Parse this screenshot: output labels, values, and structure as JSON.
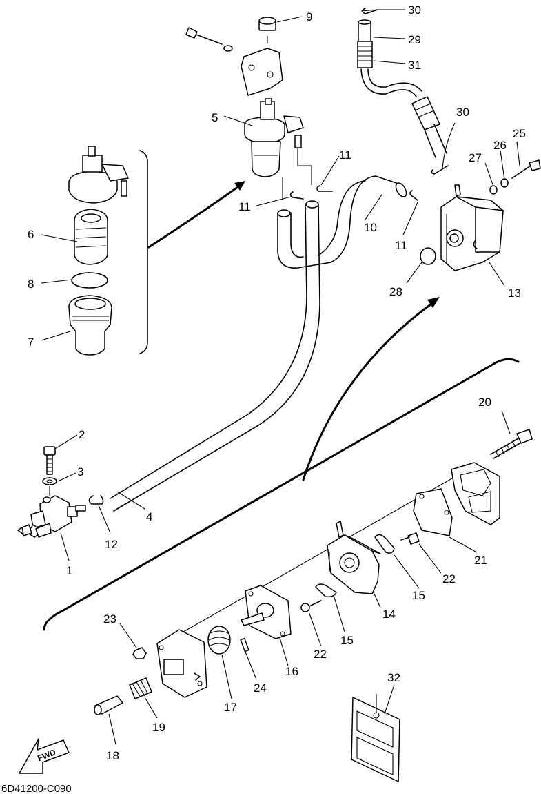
{
  "diagram": {
    "part_numbers": [
      "1",
      "2",
      "3",
      "4",
      "5",
      "6",
      "7",
      "8",
      "9",
      "10",
      "11",
      "11",
      "11",
      "12",
      "13",
      "14",
      "15",
      "15",
      "16",
      "17",
      "18",
      "19",
      "20",
      "21",
      "22",
      "22",
      "23",
      "24",
      "25",
      "26",
      "27",
      "28",
      "29",
      "30",
      "30",
      "31",
      "32"
    ],
    "drawing_code": "6D41200-C090",
    "direction_marker": "FWD"
  }
}
